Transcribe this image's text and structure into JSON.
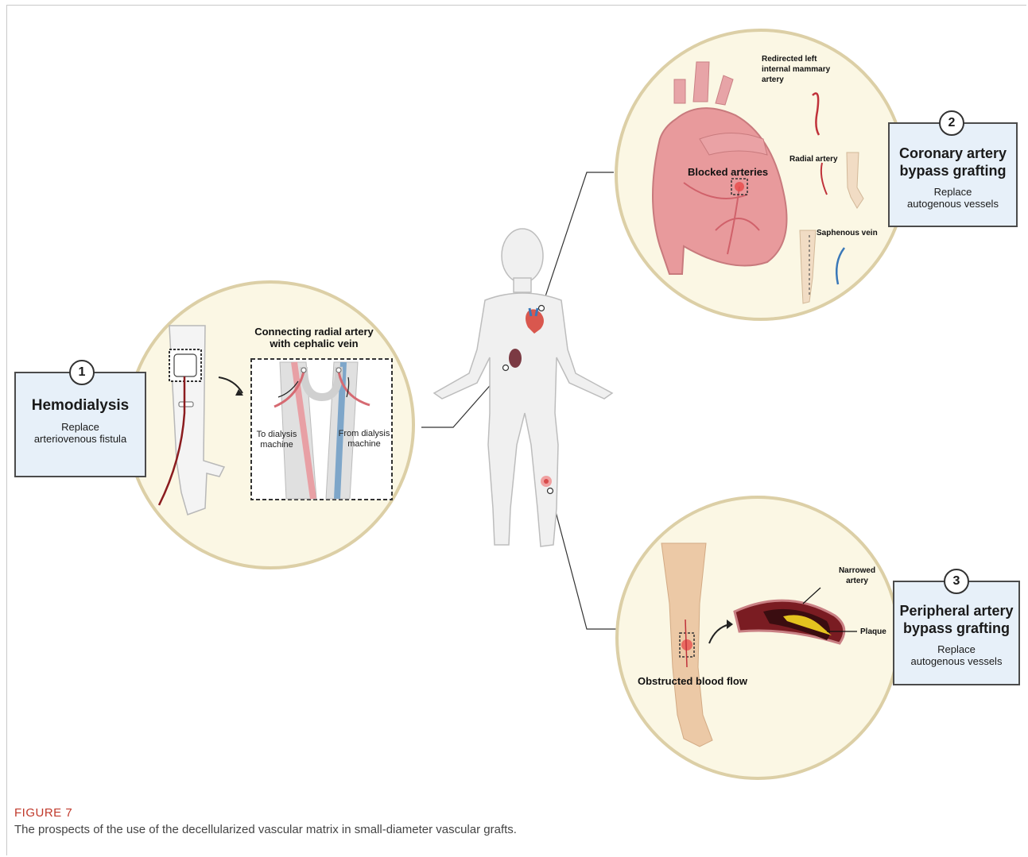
{
  "panels": {
    "hemodialysis": {
      "number": "1",
      "title": "Hemodialysis",
      "subtitle": "Replace arteriovenous fistula"
    },
    "coronary": {
      "number": "2",
      "title": "Coronary artery bypass grafting",
      "subtitle": "Replace autogenous vessels"
    },
    "peripheral": {
      "number": "3",
      "title": "Peripheral artery bypass grafting",
      "subtitle": "Replace autogenous vessels"
    }
  },
  "labels": {
    "connecting": "Connecting radial artery with cephalic vein",
    "to_dialysis": "To dialysis machine",
    "from_dialysis": "From dialysis machine",
    "redirected_lima": "Redirected left internal mammary artery",
    "radial_artery": "Radial artery",
    "blocked_arteries": "Blocked arteries",
    "saphenous_vein": "Saphenous vein",
    "narrowed_artery": "Narrowed artery",
    "plaque": "Plaque",
    "obstructed_flow": "Obstructed blood flow"
  },
  "caption": {
    "label": "FIGURE 7",
    "text": "The prospects of the use of the decellularized vascular matrix in small-diameter vascular grafts."
  },
  "colors": {
    "circle_fill": "#fbf7e4",
    "circle_border": "#dccfa6",
    "box_fill": "#e7f0f9",
    "artery_red": "#c0323a",
    "vein_blue": "#3a78b8",
    "skin": "#f1dcc4",
    "heart": "#e89a9c",
    "caption_red": "#c0392b"
  }
}
